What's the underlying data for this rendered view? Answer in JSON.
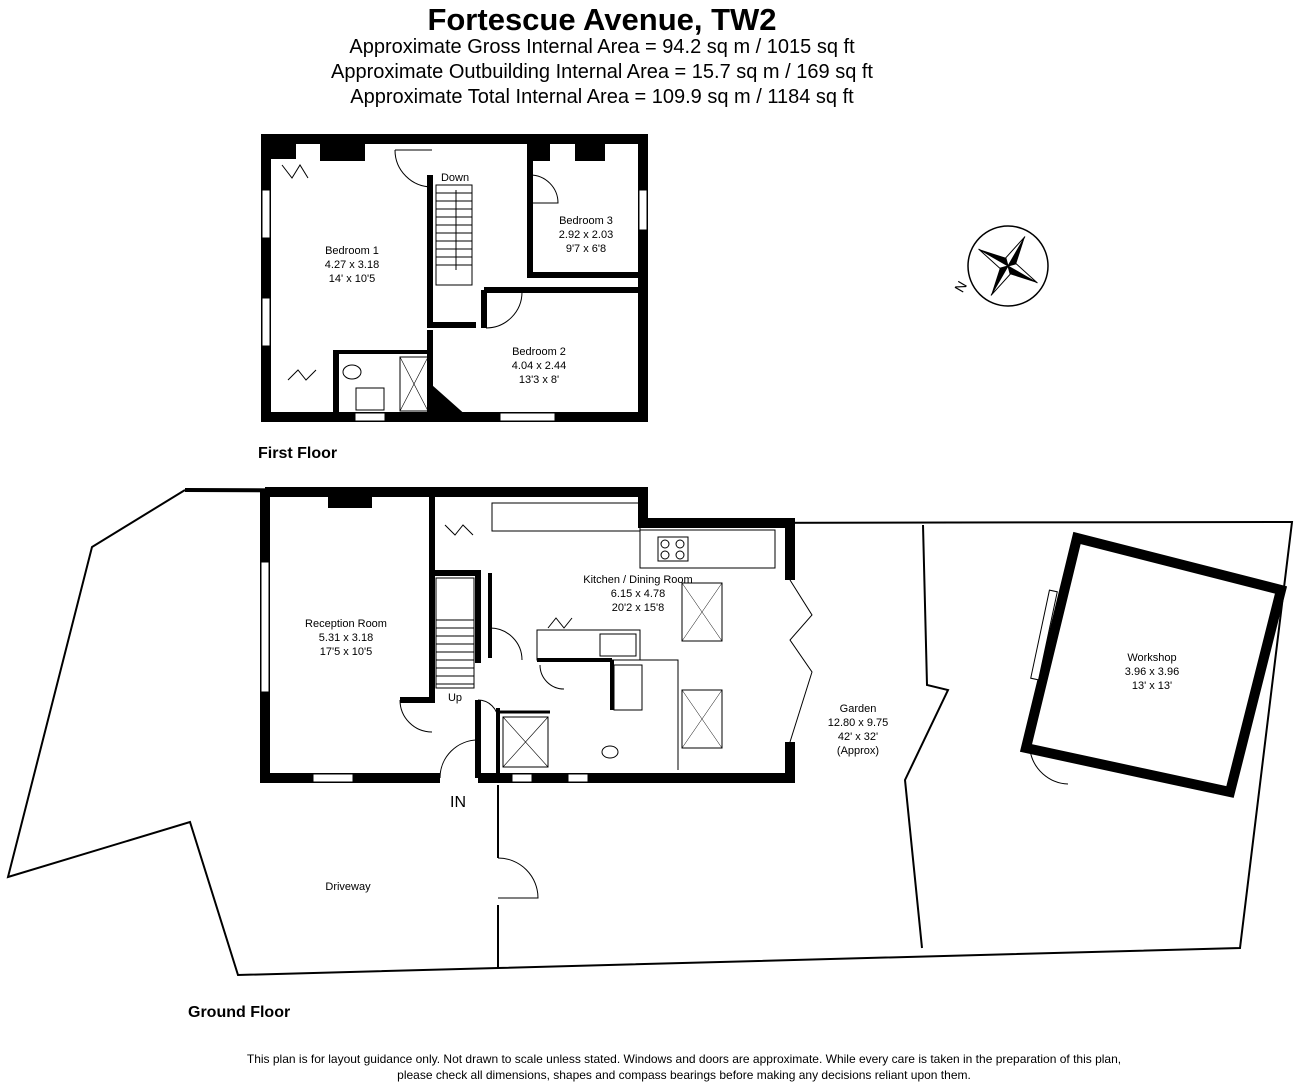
{
  "header": {
    "title": "Fortescue Avenue, TW2",
    "gross_area": "Approximate Gross Internal Area = 94.2 sq m / 1015 sq ft",
    "outbuilding_area": "Approximate Outbuilding Internal Area = 15.7 sq m / 169 sq ft",
    "total_area": "Approximate Total Internal Area = 109.9 sq m / 1184 sq ft"
  },
  "floors": {
    "first": "First Floor",
    "ground": "Ground Floor"
  },
  "stairs": {
    "down": "Down",
    "up": "Up"
  },
  "entrance": "IN",
  "compass": {
    "label": "N"
  },
  "rooms": {
    "bedroom1": {
      "name": "Bedroom 1",
      "metric": "4.27 x 3.18",
      "imperial": "14' x 10'5"
    },
    "bedroom2": {
      "name": "Bedroom 2",
      "metric": "4.04 x 2.44",
      "imperial": "13'3 x 8'"
    },
    "bedroom3": {
      "name": "Bedroom 3",
      "metric": "2.92 x 2.03",
      "imperial": "9'7 x 6'8"
    },
    "reception": {
      "name": "Reception Room",
      "metric": "5.31 x 3.18",
      "imperial": "17'5 x 10'5"
    },
    "kitchen": {
      "name": "Kitchen / Dining Room",
      "metric": "6.15 x 4.78",
      "imperial": "20'2 x 15'8"
    },
    "garden": {
      "name": "Garden",
      "metric": "12.80 x 9.75",
      "imperial": "42' x 32'",
      "note": "(Approx)"
    },
    "workshop": {
      "name": "Workshop",
      "metric": "3.96 x 3.96",
      "imperial": "13' x 13'"
    },
    "driveway": {
      "name": "Driveway"
    }
  },
  "footer": {
    "line1": "This plan is for layout guidance only. Not drawn to scale unless stated. Windows and doors are approximate. While every care is taken in the preparation of this plan,",
    "line2": "please check all dimensions, shapes and compass bearings before making any decisions reliant upon them."
  }
}
